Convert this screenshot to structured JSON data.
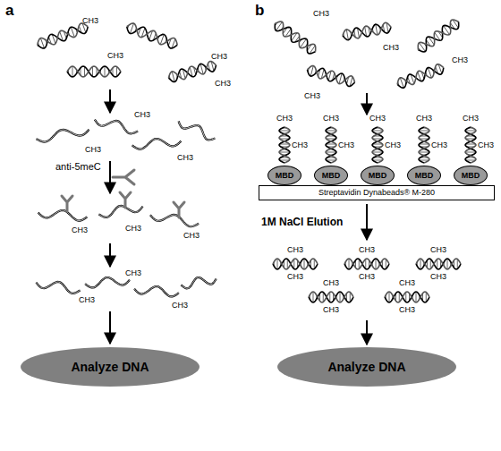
{
  "diagram": {
    "nodes": [
      {
        "text": [
          "Analyze DNA"
        ]
      },
      {
        "text": [
          "MBD"
        ]
      },
      {
        "text": [
          "MBD"
        ]
      },
      {
        "text": [
          "MBD"
        ]
      },
      {
        "text": [
          "MBD"
        ]
      },
      {
        "text": [
          "MBD"
        ]
      },
      {
        "text": [
          "Streptavidin Dynabeads® M-280"
        ]
      },
      {
        "text": [
          "Analyze DNA"
        ]
      }
    ],
    "labels": [
      "a",
      "anti-5meC",
      "b",
      "1M NaCl Elution",
      "CH3",
      "CH3",
      "CH3",
      "CH3",
      "CH3",
      "CH3",
      "CH3",
      "CH3",
      "CH3",
      "CH3",
      "CH3",
      "CH3",
      "CH3",
      "CH3",
      "CH3",
      "CH3",
      "CH3",
      "CH3",
      "CH3",
      "CH3",
      "CH3",
      "CH3",
      "CH3",
      "CH3",
      "CH3",
      "CH3",
      "CH3",
      "CH3",
      "CH3",
      "CH3",
      "CH3",
      "CH3",
      "CH3",
      "CH3",
      "CH3",
      "CH3",
      "CH3"
    ]
  }
}
